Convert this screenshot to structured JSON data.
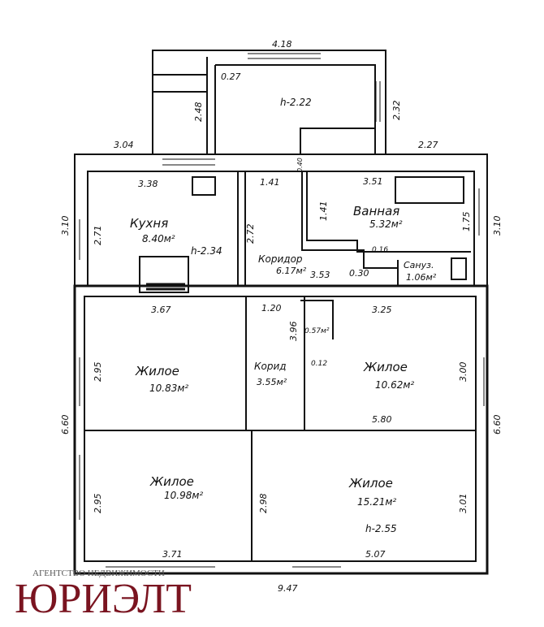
{
  "plan": {
    "rooms": {
      "annex_height": "h-2.22",
      "kitchen": {
        "name": "Кухня",
        "area": "8.40м²",
        "height": "h-2.34"
      },
      "corridor": {
        "name": "Коридор",
        "area": "6.17м²"
      },
      "bathroom": {
        "name": "Ванная",
        "area": "5.32м²"
      },
      "wc": {
        "name": "Сануз.",
        "area": "1.06м²"
      },
      "hall": {
        "name": "Корид",
        "area": "3.55м²"
      },
      "living1": {
        "name": "Жилое",
        "area": "10.83м²"
      },
      "living2": {
        "name": "Жилое",
        "area": "10.62м²"
      },
      "living3": {
        "name": "Жилое",
        "area": "10.98м²"
      },
      "living4": {
        "name": "Жилое",
        "area": "15.21м²",
        "height": "h-2.55"
      }
    },
    "dimensions": {
      "d418": "4.18",
      "d027": "0.27",
      "d248": "2.48",
      "d232": "2.32",
      "d304": "3.04",
      "d227": "2.27",
      "d040": "0.40",
      "d338": "3.38",
      "d141a": "1.41",
      "d351": "3.51",
      "d141b": "1.41",
      "d175": "1.75",
      "d310a": "3.10",
      "d271": "2.71",
      "d272": "2.72",
      "d310b": "3.10",
      "d016": "0.16",
      "d353": "3.53",
      "d030": "0.30",
      "d367": "3.67",
      "d120": "1.20",
      "d325": "3.25",
      "d396": "3.96",
      "d057": "0.57м²",
      "d012": "0.12",
      "d295a": "2.95",
      "d300": "3.00",
      "d660a": "6.60",
      "d660b": "6.60",
      "d580": "5.80",
      "d295b": "2.95",
      "d298": "2.98",
      "d301": "3.01",
      "d371": "3.71",
      "d507": "5.07",
      "d947": "9.47"
    }
  },
  "watermark": {
    "agency": "АГЕНТСТВО НЕДВИЖИМОСТИ",
    "brand": "ЮРИЭЛТ"
  }
}
